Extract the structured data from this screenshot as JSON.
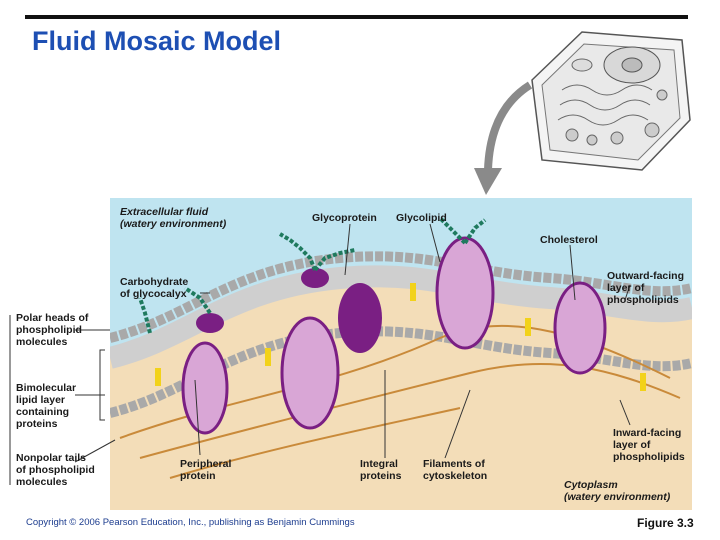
{
  "title": "Fluid Mosaic Model",
  "labels": {
    "extracellular": [
      "Extracellular fluid",
      "(watery environment)"
    ],
    "glycoprotein": "Glycoprotein",
    "glycolipid": "Glycolipid",
    "cholesterol": "Cholesterol",
    "carbohydrate": [
      "Carbohydrate",
      "of glycocalyx"
    ],
    "outward": [
      "Outward-facing",
      "layer of",
      "phospholipids"
    ],
    "polar_heads": [
      "Polar heads of",
      "phospholipid",
      "molecules"
    ],
    "bimolecular": [
      "Bimolecular",
      "lipid layer",
      "containing",
      "proteins"
    ],
    "nonpolar": [
      "Nonpolar tails",
      "of phospholipid",
      "molecules"
    ],
    "peripheral": [
      "Peripheral",
      "protein"
    ],
    "integral": [
      "Integral",
      "proteins"
    ],
    "filaments": [
      "Filaments of",
      "cytoskeleton"
    ],
    "inward": [
      "Inward-facing",
      "layer of",
      "phospholipids"
    ],
    "cytoplasm": [
      "Cytoplasm",
      "(watery environment)"
    ]
  },
  "footer": {
    "copyright": "Copyright © 2006 Pearson Education, Inc., publishing as Benjamin Cummings",
    "figure": "Figure 3.3"
  },
  "colors": {
    "title": "#1d4fb3",
    "extracellular": "#bfe4f0",
    "cytoplasm": "#f3ddb8",
    "protein": "#7a1f83",
    "protein_light": "#d9a6d6",
    "carbohydrate": "#1f7a5e",
    "head": "#a9a9a9",
    "cholesterol": "#f2d21a",
    "filament": "#c98a3a"
  }
}
